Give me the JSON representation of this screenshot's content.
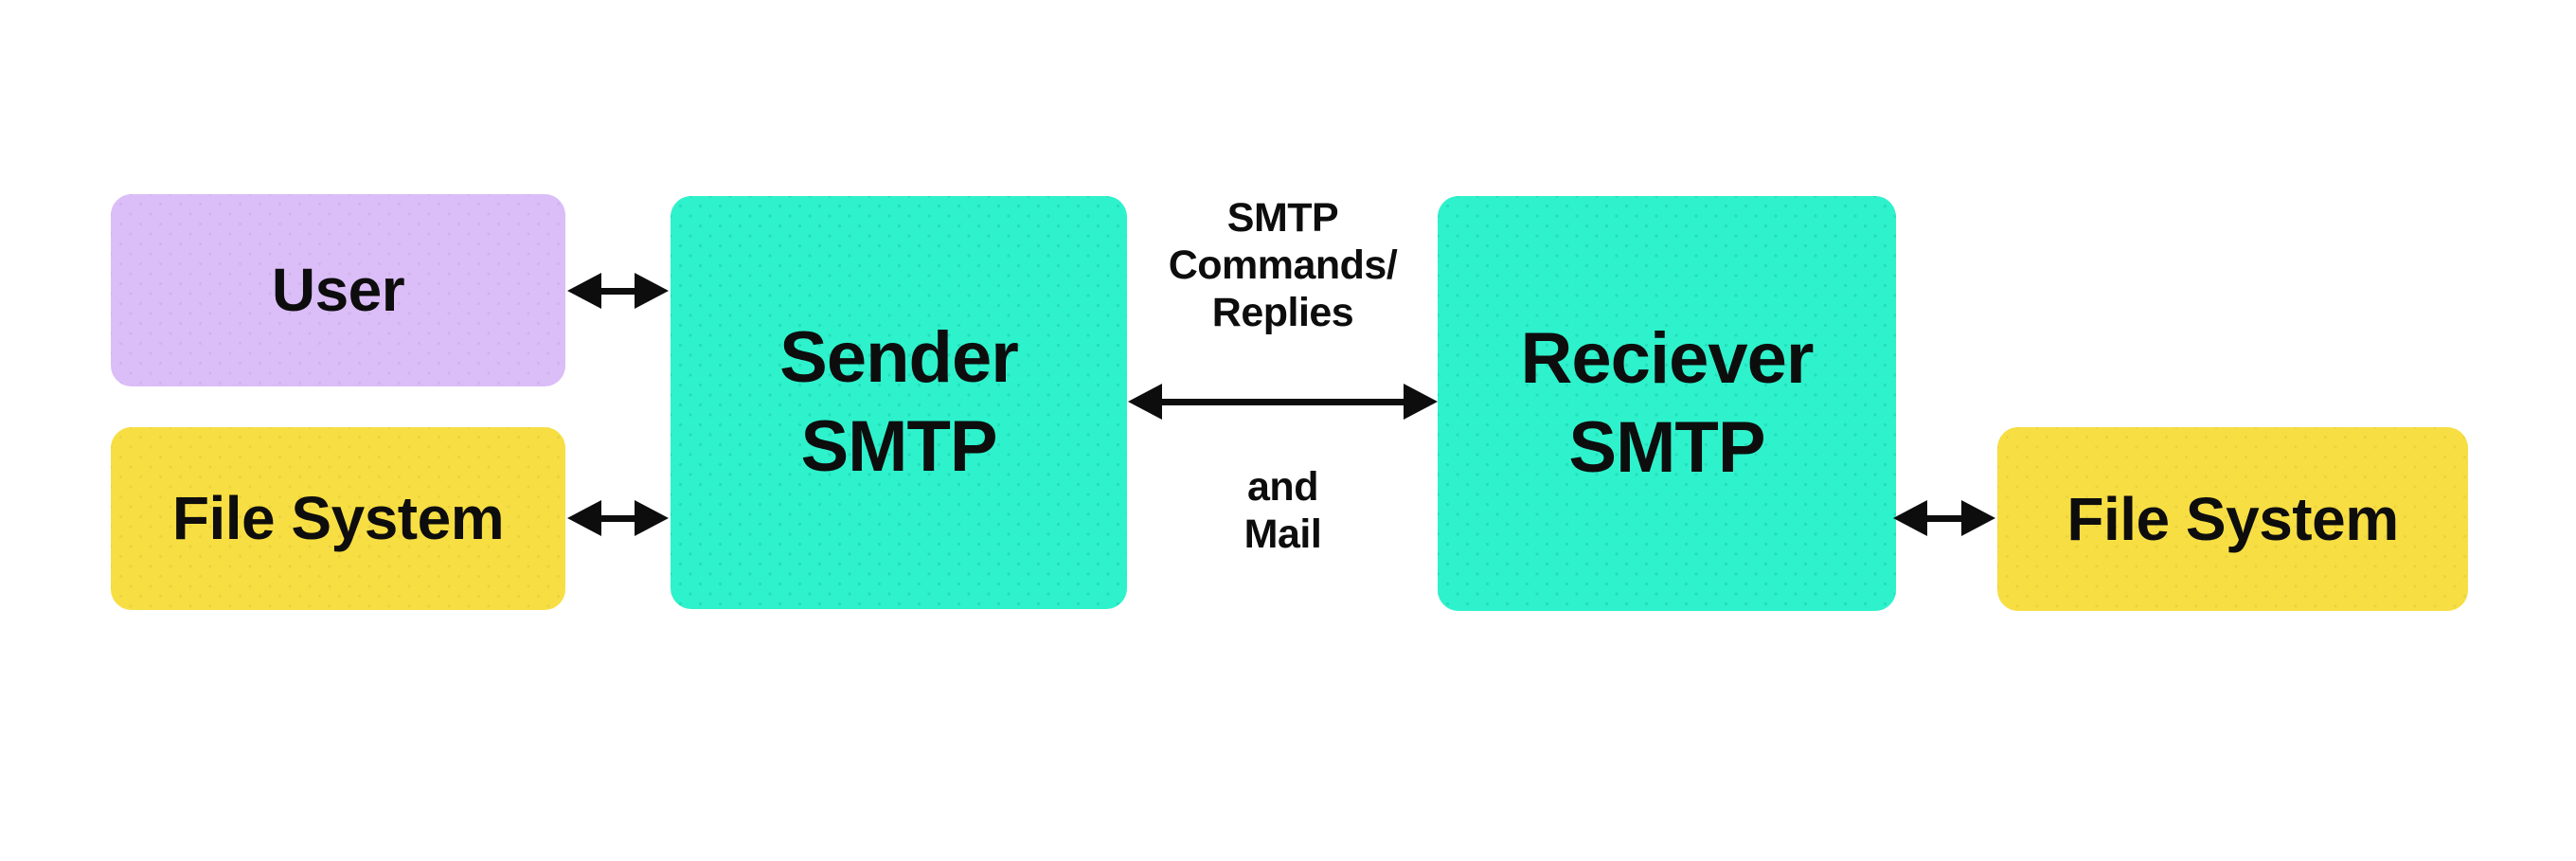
{
  "background_color": "#ffffff",
  "colors": {
    "user_box": "#dbbdf8",
    "file_system_box": "#f7de43",
    "smtp_box": "#2ef2cc",
    "arrow": "#0d0d0d",
    "text": "#0d0d0d"
  },
  "nodes": {
    "user": {
      "label": "User"
    },
    "file_system_left": {
      "label": "File System"
    },
    "sender_smtp": {
      "line1": "Sender",
      "line2": "SMTP"
    },
    "receiver_smtp": {
      "line1": "Reciever",
      "line2": "SMTP"
    },
    "file_system_right": {
      "label": "File System"
    }
  },
  "connection_labels": {
    "smtp_commands": {
      "line1": "SMTP",
      "line2": "Commands/",
      "line3": "Replies"
    },
    "and_mail": {
      "line1": "and",
      "line2": "Mail"
    }
  },
  "connections": [
    {
      "from": "User",
      "to": "Sender SMTP",
      "type": "bidirectional"
    },
    {
      "from": "File System",
      "to": "Sender SMTP",
      "type": "bidirectional"
    },
    {
      "from": "Sender SMTP",
      "to": "Reciever SMTP",
      "type": "bidirectional",
      "label": "SMTP Commands/ Replies and Mail"
    },
    {
      "from": "Reciever SMTP",
      "to": "File System",
      "type": "bidirectional"
    }
  ]
}
